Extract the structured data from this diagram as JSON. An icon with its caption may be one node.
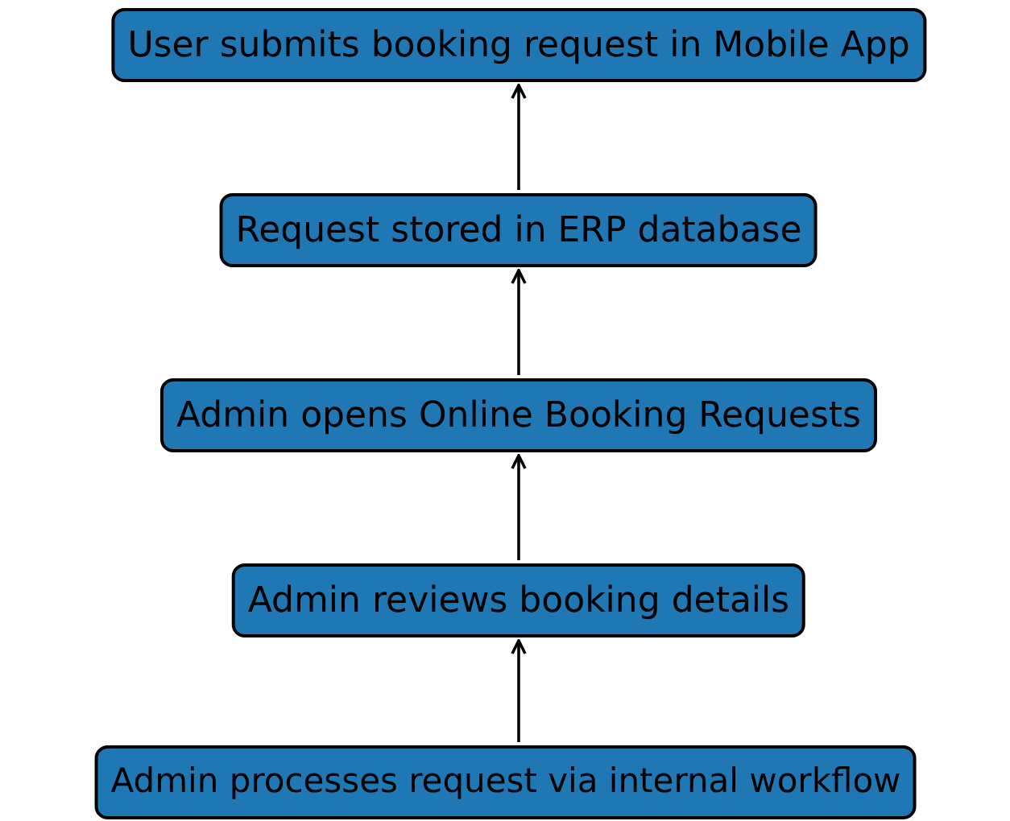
{
  "diagram": {
    "nodes": [
      {
        "text": [
          "User submits booking request in Mobile App"
        ]
      },
      {
        "text": [
          "Request stored in ERP database"
        ]
      },
      {
        "text": [
          "Admin opens Online Booking Requests"
        ]
      },
      {
        "text": [
          "Admin reviews booking details"
        ]
      },
      {
        "text": [
          "Admin processes request via internal workflow"
        ]
      }
    ],
    "edges": [
      {
        "from": 1,
        "to": 0,
        "arrow": "to"
      },
      {
        "from": 2,
        "to": 1,
        "arrow": "to"
      },
      {
        "from": 3,
        "to": 2,
        "arrow": "to"
      },
      {
        "from": 4,
        "to": 3,
        "arrow": "to"
      }
    ]
  }
}
